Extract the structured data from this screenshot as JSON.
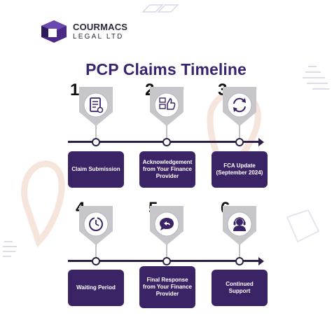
{
  "brand": {
    "name_line1": "COURMACS",
    "name_line2": "LEGAL LTD"
  },
  "title": "PCP Claims Timeline",
  "colors": {
    "primary": "#3b2466",
    "line": "#2e2044",
    "badge": "#bfbfc4",
    "accent_faint": "#f3e0d5"
  },
  "steps": [
    {
      "number": "1",
      "label": "Claim Submission",
      "icon": "document-form-icon"
    },
    {
      "number": "2",
      "label": "Acknowledgement from Your Finance Provider",
      "icon": "thumbs-up-checklist-icon"
    },
    {
      "number": "3",
      "label": "FCA Update (September 2024)",
      "icon": "refresh-icon"
    },
    {
      "number": "4",
      "label": "Waiting Period",
      "icon": "clock-icon"
    },
    {
      "number": "5",
      "label": "Final Response from Your Finance Provider",
      "icon": "chat-reply-icon"
    },
    {
      "number": "6",
      "label": "Continued Support",
      "icon": "support-agent-icon"
    }
  ]
}
